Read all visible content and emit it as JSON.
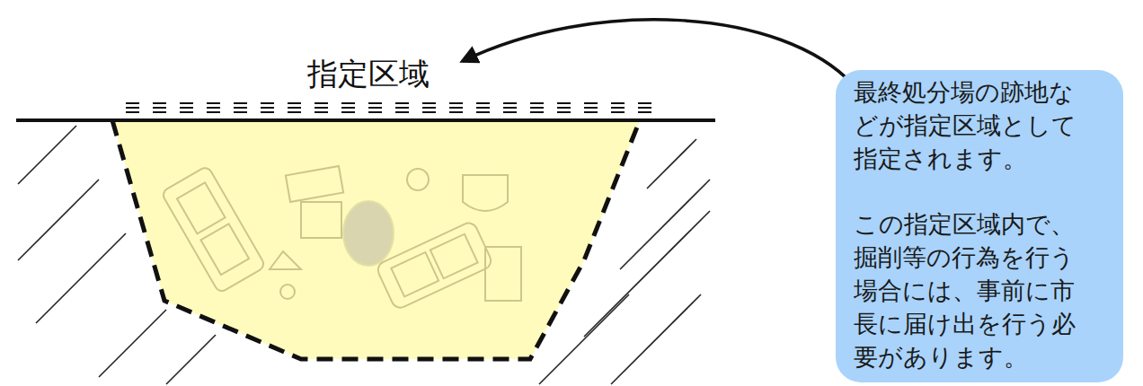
{
  "diagram": {
    "nodes": [
      {
        "text": [
          "最終処分場の跡地などが指定区域として指定されます。",
          "この指定区域内で、掘削等の行為を行う場合には、事前に市長に届け出を行う必要があります。"
        ]
      }
    ],
    "labels": [
      "指定区域"
    ]
  }
}
